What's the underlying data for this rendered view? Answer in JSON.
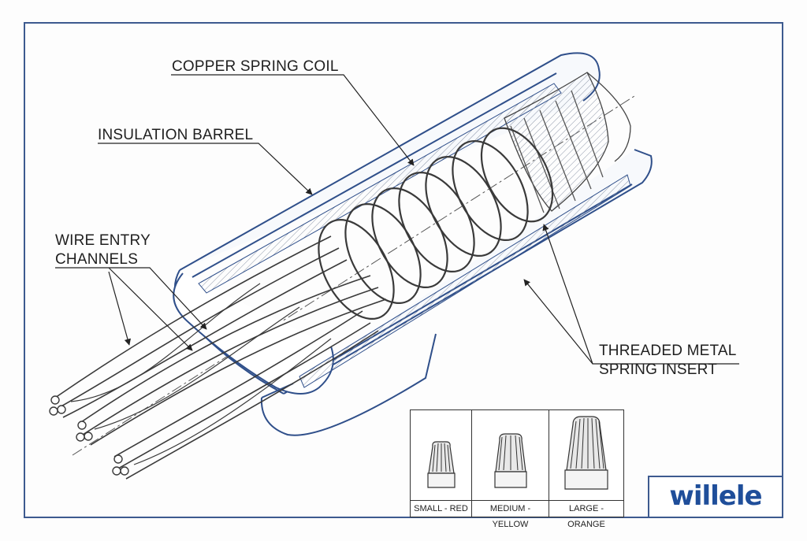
{
  "callouts": {
    "copper_spring_coil": "COPPER SPRING COIL",
    "insulation_barrel": "INSULATION BARREL",
    "wire_entry_line1": "WIRE ENTRY",
    "wire_entry_line2": "CHANNELS",
    "threaded_insert_line1": "THREADED METAL",
    "threaded_insert_line2": "SPRING INSERT"
  },
  "sizes": [
    {
      "label": "SMALL - RED"
    },
    {
      "label": "MEDIUM - YELLOW"
    },
    {
      "label": "LARGE - ORANGE"
    }
  ],
  "logo": "willele",
  "colors": {
    "frame": "#3d5a8f",
    "line": "#3a3a3a",
    "barrel_outline": "#2f4f8a",
    "logo": "#1f4e9a"
  }
}
